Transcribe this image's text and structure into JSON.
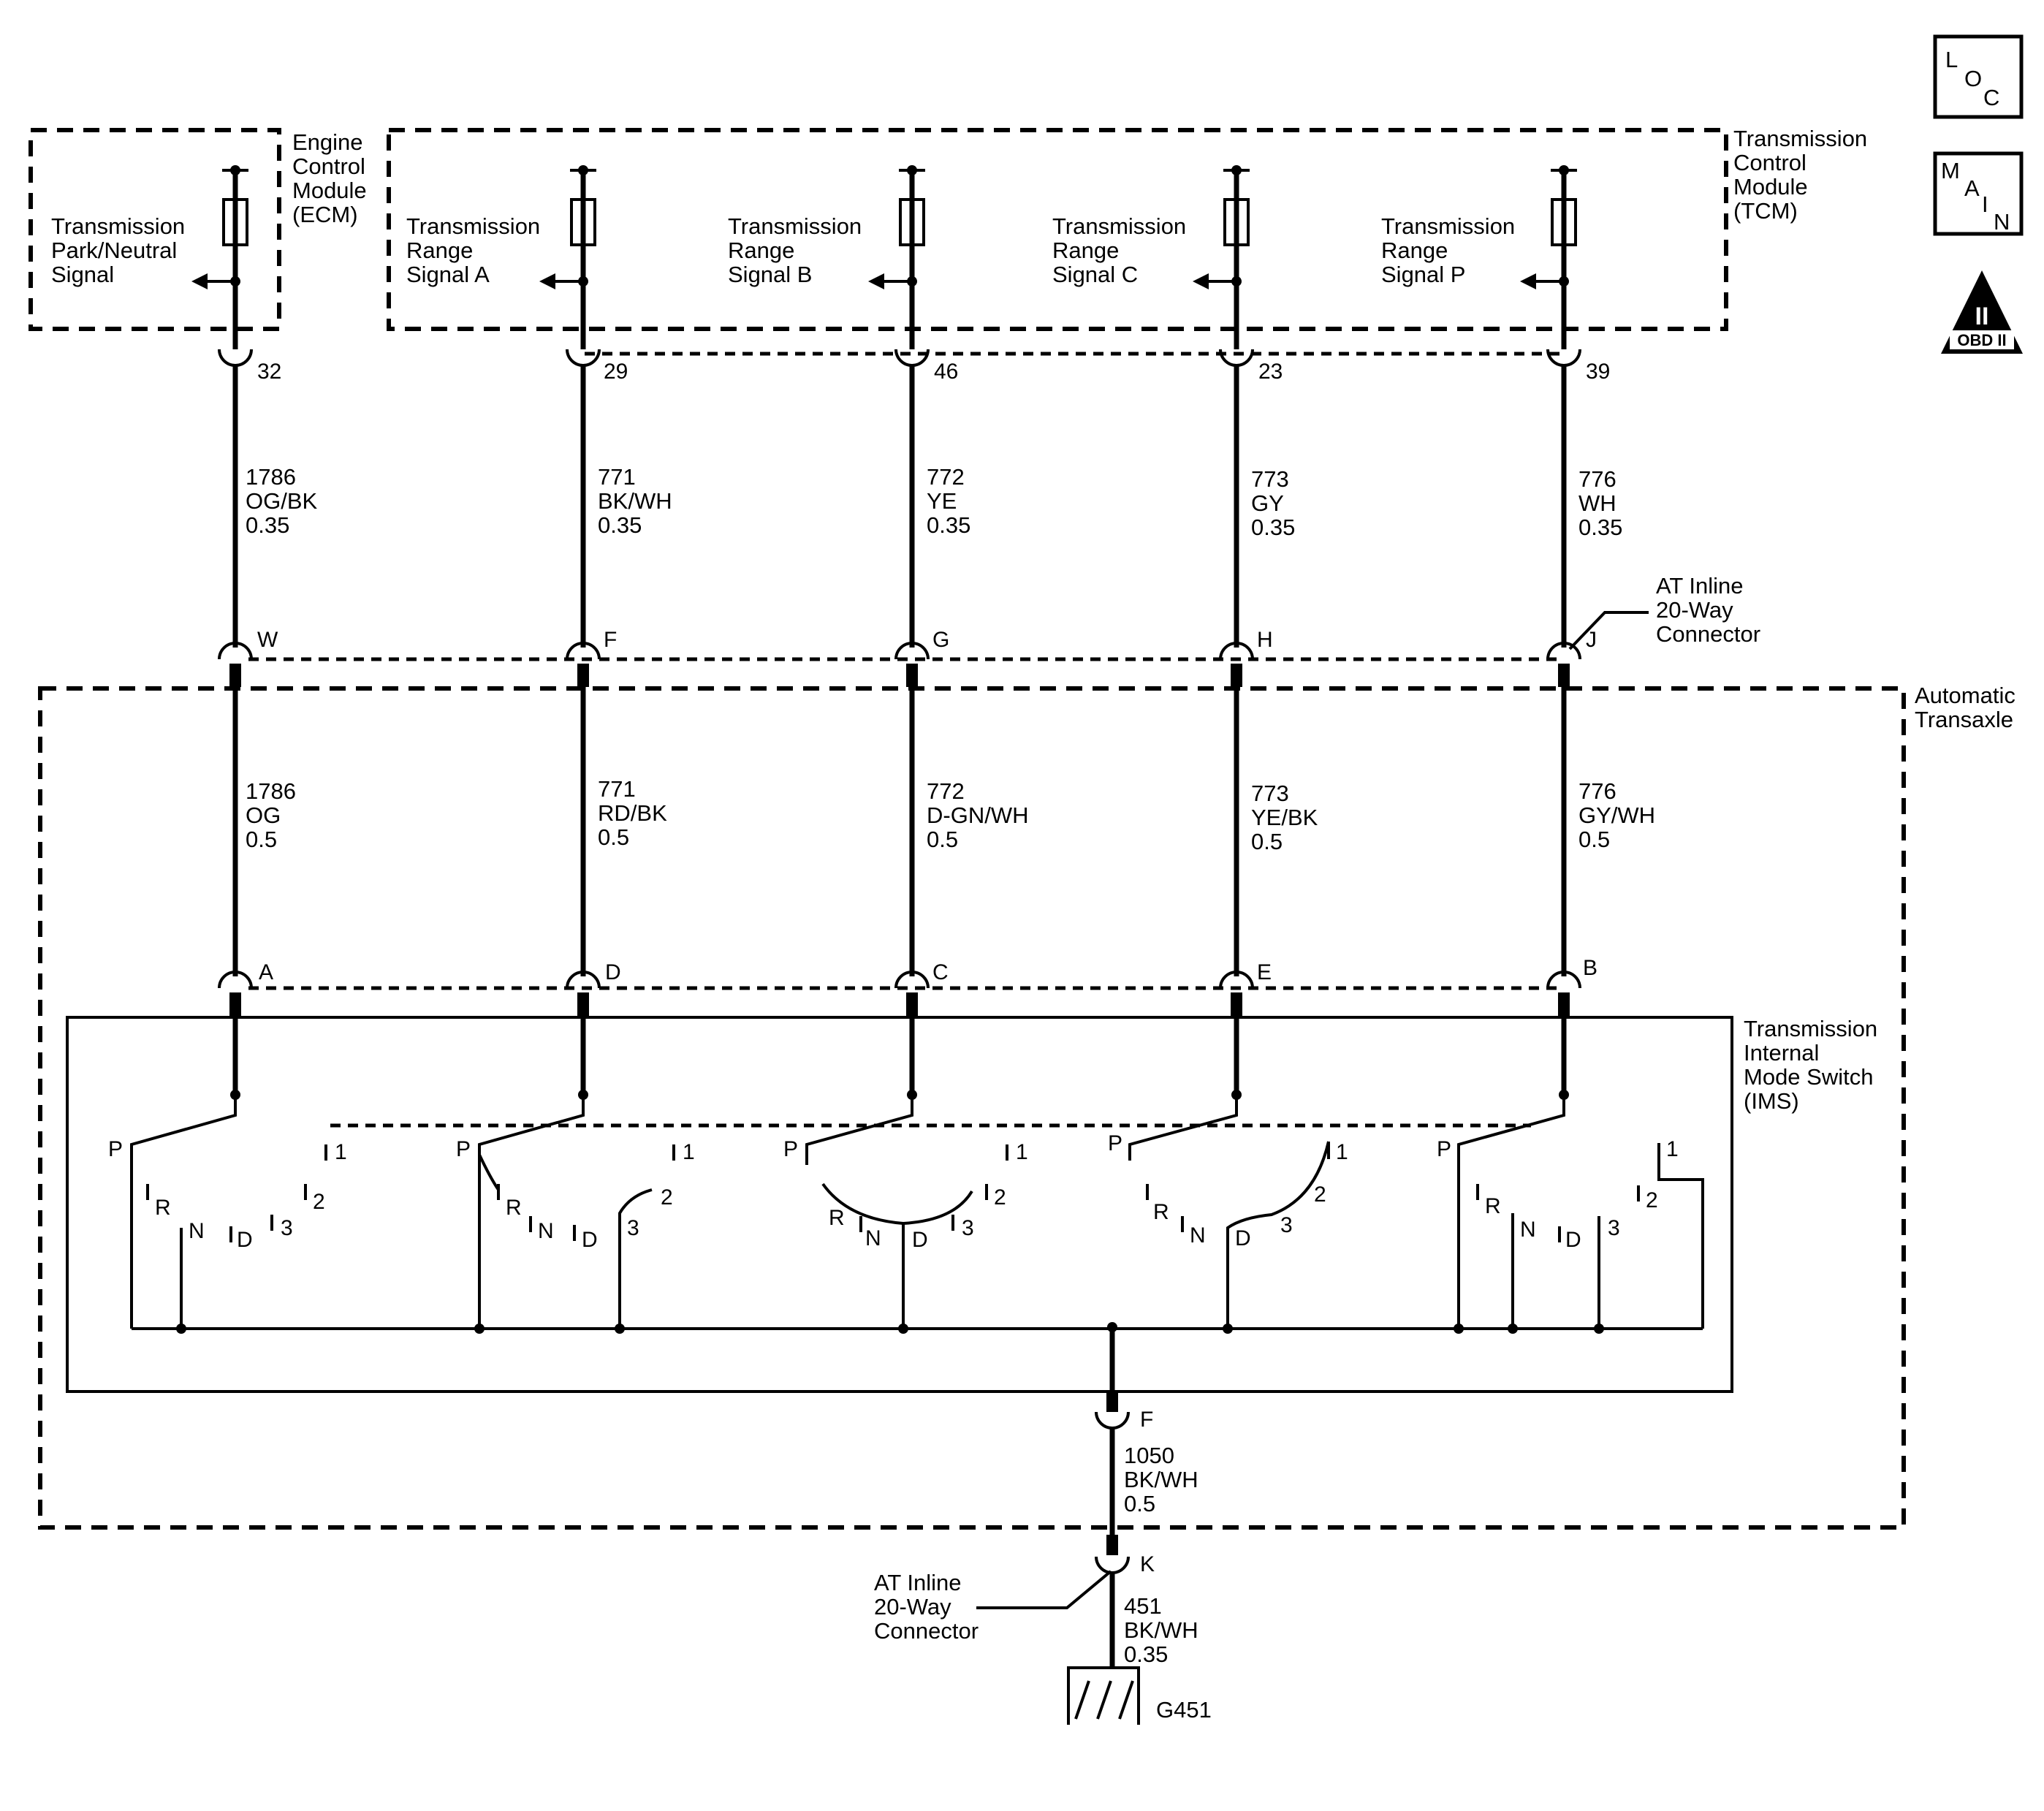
{
  "modules": {
    "ecm": {
      "name": [
        "Engine",
        "Control",
        "Module",
        "(ECM)"
      ]
    },
    "tcm": {
      "name": [
        "Transmission",
        "Control",
        "Module",
        "(TCM)"
      ]
    },
    "transaxle": {
      "name": [
        "Automatic",
        "Transaxle"
      ]
    },
    "ims": {
      "name": [
        "Transmission",
        "Internal",
        "Mode Switch",
        "(IMS)"
      ]
    }
  },
  "icons": {
    "loc": {
      "letters": [
        "L",
        "O",
        "C"
      ]
    },
    "main": {
      "letters": [
        "M",
        "A",
        "I",
        "N"
      ]
    },
    "obd": {
      "symbol": "II",
      "label": "OBD II"
    }
  },
  "circuits": [
    {
      "signal": [
        "Transmission",
        "Park/Neutral",
        "Signal"
      ],
      "module_pin": "32",
      "upper_wire": [
        "1786",
        "OG/BK",
        "0.35"
      ],
      "inline_pin": "W",
      "lower_wire": [
        "1786",
        "OG",
        "0.5"
      ],
      "switch_pin": "A"
    },
    {
      "signal": [
        "Transmission",
        "Range",
        "Signal A"
      ],
      "module_pin": "29",
      "upper_wire": [
        "771",
        "BK/WH",
        "0.35"
      ],
      "inline_pin": "F",
      "lower_wire": [
        "771",
        "RD/BK",
        "0.5"
      ],
      "switch_pin": "D"
    },
    {
      "signal": [
        "Transmission",
        "Range",
        "Signal B"
      ],
      "module_pin": "46",
      "upper_wire": [
        "772",
        "YE",
        "0.35"
      ],
      "inline_pin": "G",
      "lower_wire": [
        "772",
        "D-GN/WH",
        "0.5"
      ],
      "switch_pin": "C"
    },
    {
      "signal": [
        "Transmission",
        "Range",
        "Signal C"
      ],
      "module_pin": "23",
      "upper_wire": [
        "773",
        "GY",
        "0.35"
      ],
      "inline_pin": "H",
      "lower_wire": [
        "773",
        "YE/BK",
        "0.5"
      ],
      "switch_pin": "E"
    },
    {
      "signal": [
        "Transmission",
        "Range",
        "Signal P"
      ],
      "module_pin": "39",
      "upper_wire": [
        "776",
        "WH",
        "0.35"
      ],
      "inline_pin": "J",
      "lower_wire": [
        "776",
        "GY/WH",
        "0.5"
      ],
      "switch_pin": "B"
    }
  ],
  "inline_connector": [
    "AT Inline",
    "20-Way",
    "Connector"
  ],
  "switch_positions": [
    "P",
    "R",
    "N",
    "D",
    "3",
    "2",
    "1"
  ],
  "ground_path": {
    "transaxle_pin": "F",
    "transaxle_wire": [
      "1050",
      "BK/WH",
      "0.5"
    ],
    "inline_pin": "K",
    "inline_label": [
      "AT Inline",
      "20-Way",
      "Connector"
    ],
    "ground_wire": [
      "451",
      "BK/WH",
      "0.35"
    ],
    "ground_id": "G451"
  }
}
